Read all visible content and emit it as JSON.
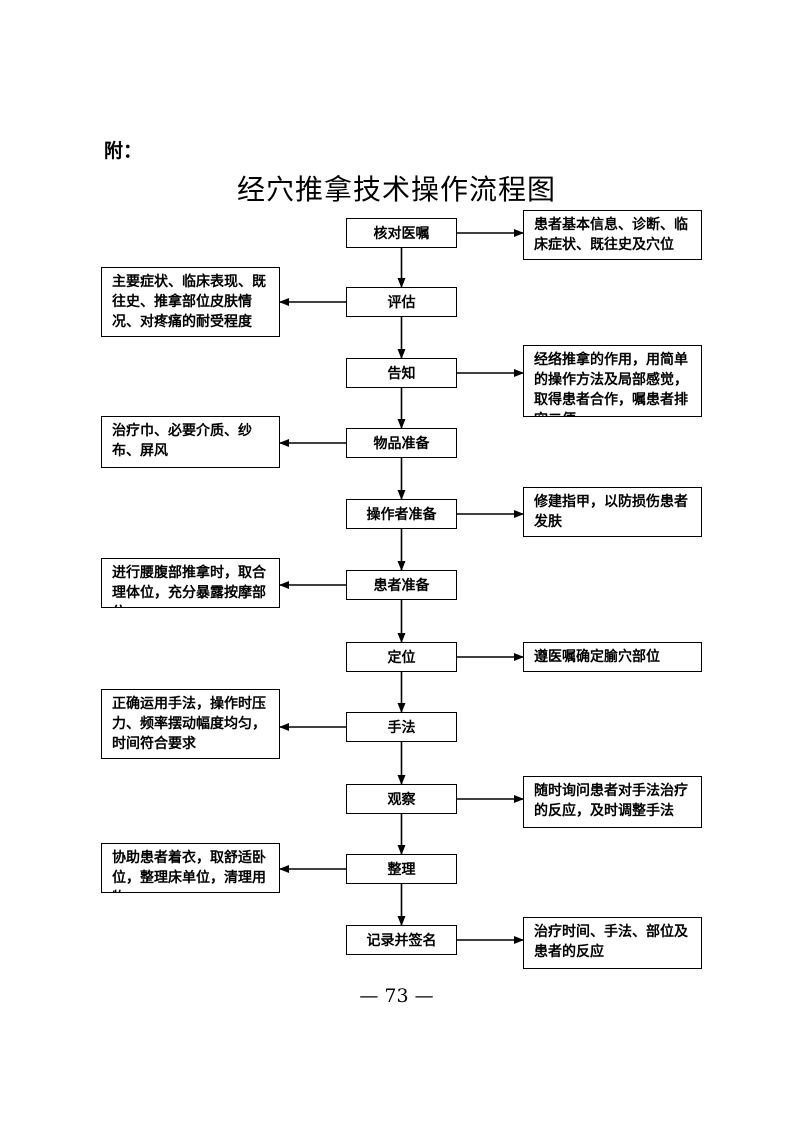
{
  "attach_label": "附：",
  "title": "经穴推拿技术操作流程图",
  "steps": [
    {
      "label": "核对医嘱"
    },
    {
      "label": "评估"
    },
    {
      "label": "告知"
    },
    {
      "label": "物品准备"
    },
    {
      "label": "操作者准备"
    },
    {
      "label": "患者准备"
    },
    {
      "label": "定位"
    },
    {
      "label": "手法"
    },
    {
      "label": "观察"
    },
    {
      "label": "整理"
    },
    {
      "label": "记录并签名"
    }
  ],
  "notes": [
    {
      "side": "right",
      "text": "患者基本信息、诊断、临床症状、既往史及穴位"
    },
    {
      "side": "left",
      "text": "主要症状、临床表现、既往史、推拿部位皮肤情况、对疼痛的耐受程度"
    },
    {
      "side": "right",
      "text": "经络推拿的作用，用简单的操作方法及局部感觉，取得患者合作，嘱患者排空二便"
    },
    {
      "side": "left",
      "text": "治疗巾、必要介质、纱布、屏风"
    },
    {
      "side": "right",
      "text": "修建指甲，以防损伤患者发肤"
    },
    {
      "side": "left",
      "text": "进行腰腹部推拿时，取合理体位，充分暴露按摩部位"
    },
    {
      "side": "right",
      "text": "遵医嘱确定腧穴部位"
    },
    {
      "side": "left",
      "text": "正确运用手法，操作时压力、频率摆动幅度均匀，时间符合要求"
    },
    {
      "side": "right",
      "text": "随时询问患者对手法治疗的反应，及时调整手法"
    },
    {
      "side": "left",
      "text": "协助患者着衣，取舒适卧位，整理床单位，清理用物"
    },
    {
      "side": "right",
      "text": "治疗时间、手法、部位及患者的反应"
    }
  ],
  "page_number": "— 73 —"
}
